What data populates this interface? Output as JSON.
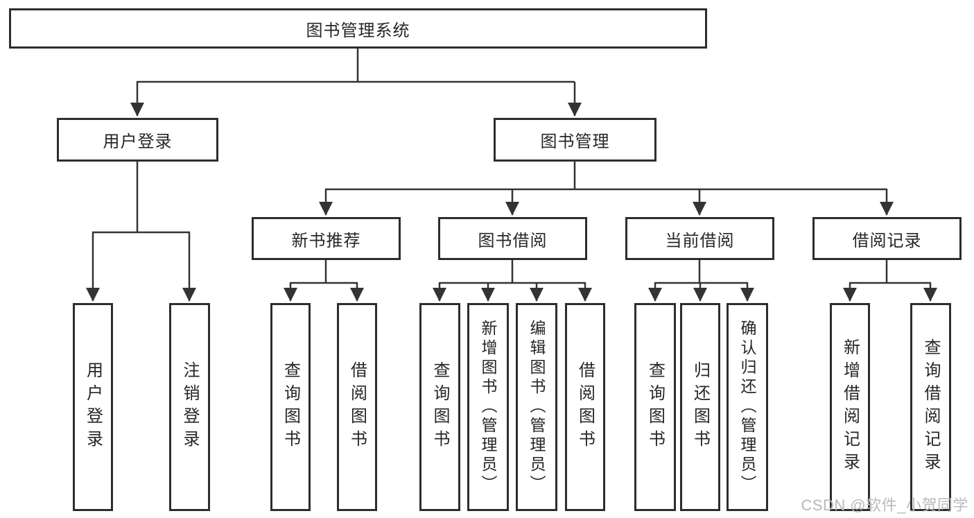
{
  "tree": {
    "root": {
      "label": "图书管理系统",
      "children": [
        {
          "label": "用户登录",
          "children": [
            {
              "label": "用户登录"
            },
            {
              "label": "注销登录"
            }
          ]
        },
        {
          "label": "图书管理",
          "children": [
            {
              "label": "新书推荐",
              "children": [
                {
                  "label": "查询图书"
                },
                {
                  "label": "借阅图书"
                }
              ]
            },
            {
              "label": "图书借阅",
              "children": [
                {
                  "label": "查询图书"
                },
                {
                  "label": "新增图书（管理员）"
                },
                {
                  "label": "编辑图书（管理员）"
                },
                {
                  "label": "借阅图书"
                }
              ]
            },
            {
              "label": "当前借阅",
              "children": [
                {
                  "label": "查询图书"
                },
                {
                  "label": "归还图书"
                },
                {
                  "label": "确认归还（管理员）"
                }
              ]
            },
            {
              "label": "借阅记录",
              "children": [
                {
                  "label": "新增借阅记录"
                },
                {
                  "label": "查询借阅记录"
                }
              ]
            }
          ]
        }
      ]
    }
  },
  "watermark": {
    "text": "CSDN @软件_小贺同学"
  },
  "colors": {
    "line": "#333333",
    "box_border": "#2d2d2d",
    "text": "#262626",
    "watermark_text": "#b9b9bc",
    "background": "#ffffff"
  }
}
